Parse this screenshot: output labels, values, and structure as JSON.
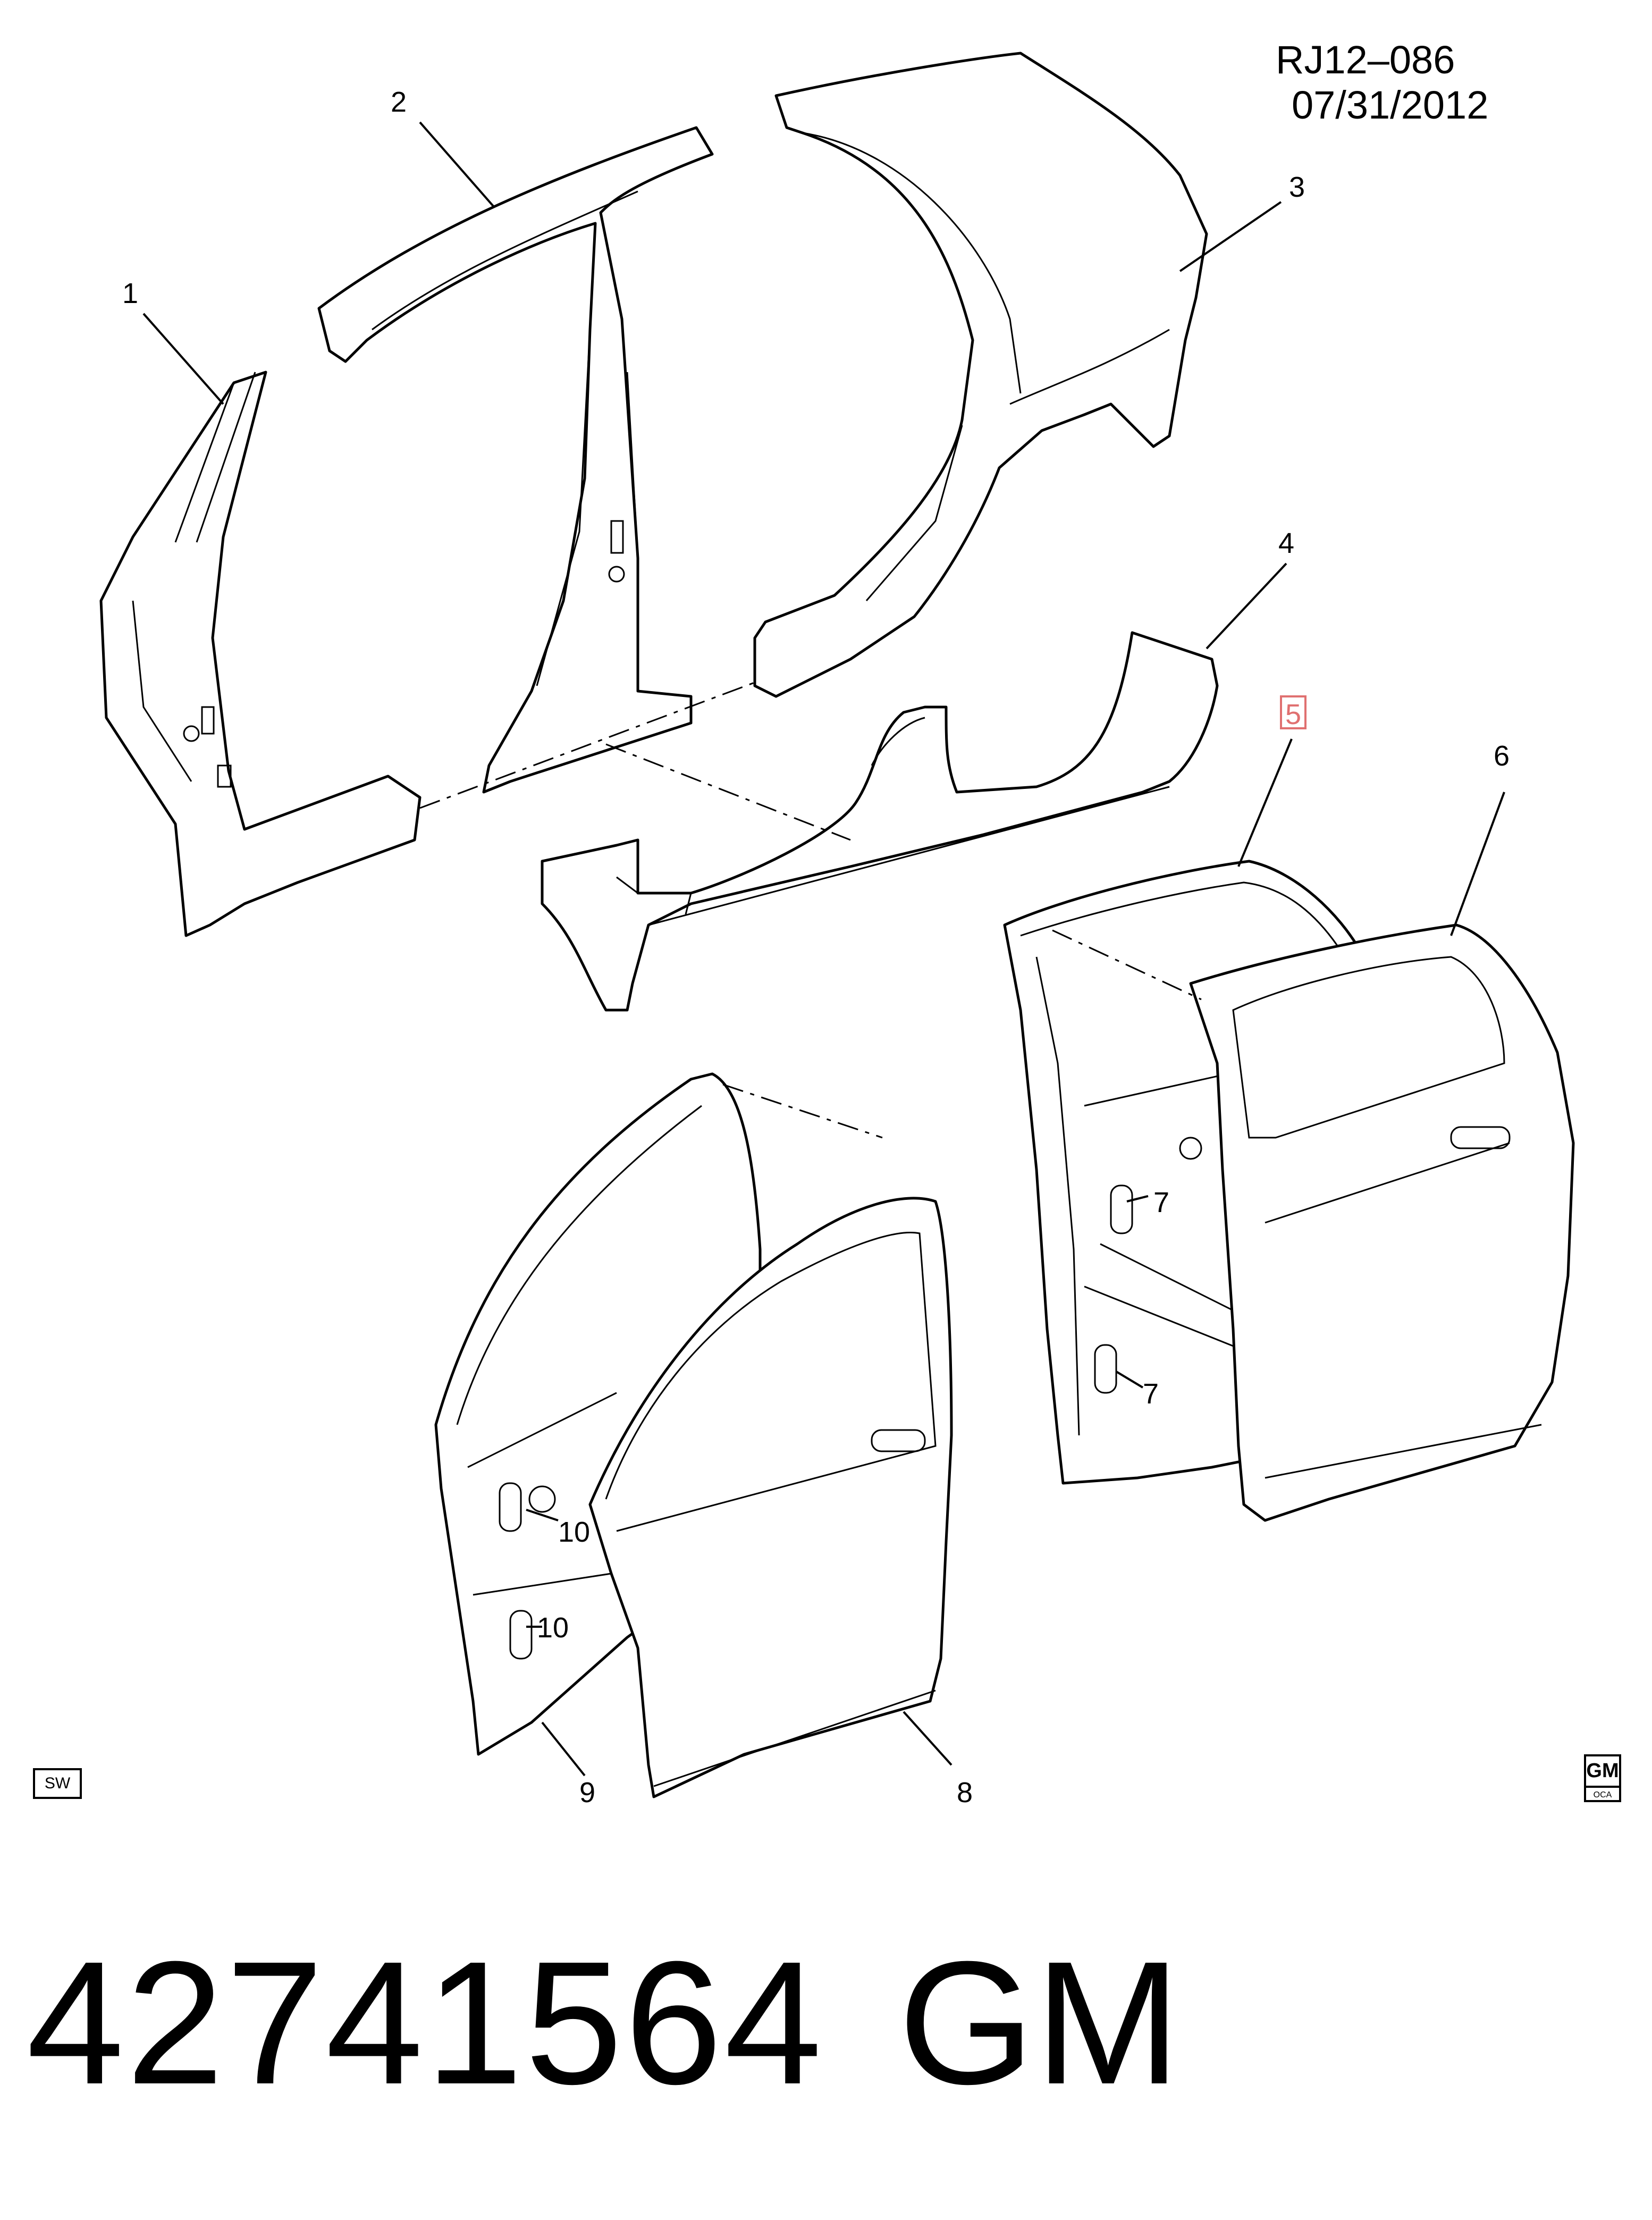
{
  "header": {
    "drawing_ref": "RJ12–086",
    "date": "07/31/2012"
  },
  "callouts": [
    {
      "id": "1",
      "text": "1"
    },
    {
      "id": "2",
      "text": "2"
    },
    {
      "id": "3",
      "text": "3"
    },
    {
      "id": "4",
      "text": "4"
    },
    {
      "id": "5",
      "text": "5",
      "highlighted": true
    },
    {
      "id": "6",
      "text": "6"
    },
    {
      "id": "7a",
      "text": "7"
    },
    {
      "id": "7b",
      "text": "7"
    },
    {
      "id": "8",
      "text": "8"
    },
    {
      "id": "9",
      "text": "9"
    },
    {
      "id": "10a",
      "text": "10"
    },
    {
      "id": "10b",
      "text": "10"
    }
  ],
  "badges": {
    "sw": "SW",
    "logo_letters": "GM",
    "logo_sub": "OCA"
  },
  "footer": {
    "part_number": "42741564",
    "brand": "GM"
  },
  "colors": {
    "line": "#000000",
    "background": "#ffffff",
    "highlight": "#e07070"
  }
}
